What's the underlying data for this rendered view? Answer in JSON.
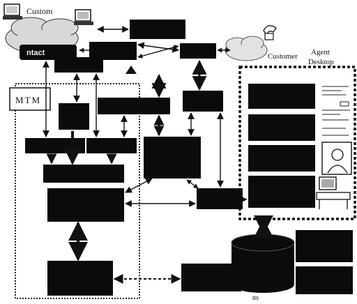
{
  "labels": {
    "customer_top": "Custom",
    "contact_fragment": "ntact",
    "mtm": "MTM",
    "customer_desktop": "Customer",
    "agent": "Agent",
    "desktop": "Desktop",
    "ns": "ns"
  },
  "colors": {
    "block": "#0b0b0b",
    "dashed_border": "#111111",
    "cloud": "#dcdcdc",
    "background": "#ffffff"
  },
  "icons": {
    "computer_top_left": "computer-icon",
    "phone_top_right": "telephone-icon",
    "agent_person": "agent-person-icon",
    "desk_computer": "desk-computer-icon"
  }
}
